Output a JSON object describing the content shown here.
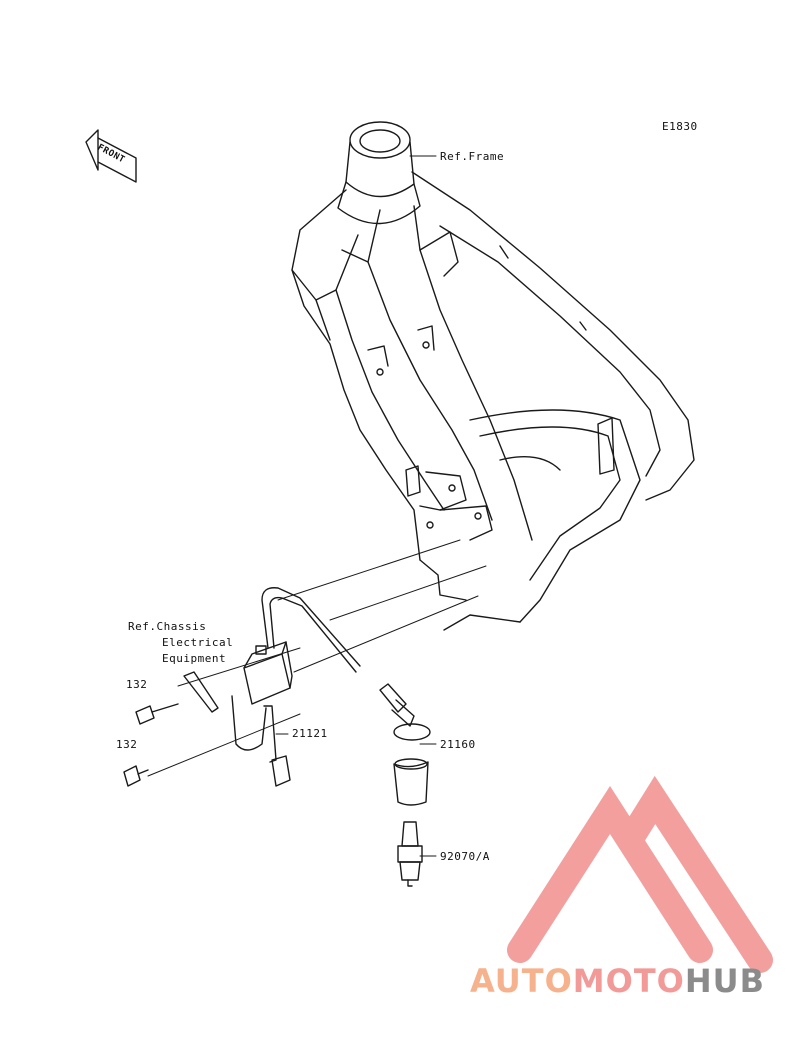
{
  "diagram_code": "E1830",
  "front_arrow_label": "FRONT",
  "labels": {
    "ref_frame": "Ref.Frame",
    "ref_chassis_1": "Ref.Chassis",
    "ref_chassis_2": "Electrical",
    "ref_chassis_3": "Equipment",
    "bolt_upper": "132",
    "bolt_lower": "132",
    "coil": "21121",
    "cap": "21160",
    "plug": "92070/A"
  },
  "watermark": {
    "part1": "AUTO",
    "part2": "MOTO",
    "part3": "HUB"
  },
  "colors": {
    "line": "#1a1a1a",
    "watermark_red": "#f08f8d",
    "watermark_orange": "#f6b28c",
    "watermark_gray": "#8b8b8b"
  }
}
